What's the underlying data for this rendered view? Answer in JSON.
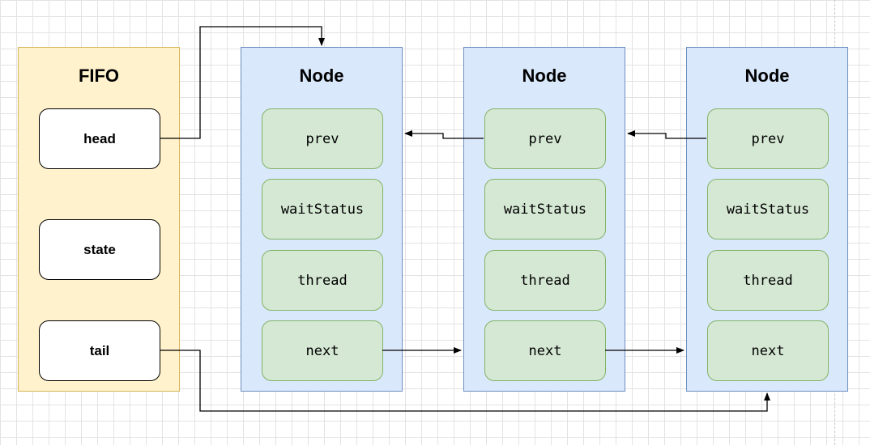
{
  "fifo": {
    "title": "FIFO",
    "fields": [
      "head",
      "state",
      "tail"
    ]
  },
  "nodes": [
    {
      "title": "Node",
      "fields": [
        "prev",
        "waitStatus",
        "thread",
        "next"
      ]
    },
    {
      "title": "Node",
      "fields": [
        "prev",
        "waitStatus",
        "thread",
        "next"
      ]
    },
    {
      "title": "Node",
      "fields": [
        "prev",
        "waitStatus",
        "thread",
        "next"
      ]
    }
  ],
  "colors": {
    "fifo_fill": "#fff2cc",
    "fifo_border": "#d6b656",
    "node_fill": "#dae8fc",
    "node_border": "#6c8ebf",
    "field_fill": "#d5e8d4",
    "field_border": "#82b366",
    "connector": "#000000"
  }
}
